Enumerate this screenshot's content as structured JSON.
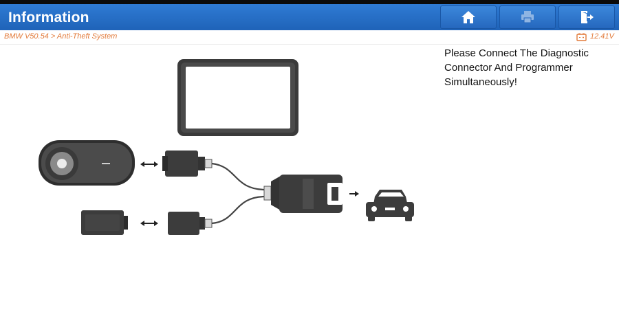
{
  "header": {
    "title": "Information",
    "buttons": [
      {
        "name": "home",
        "icon": "home-icon"
      },
      {
        "name": "print",
        "icon": "printer-icon",
        "disabled": true
      },
      {
        "name": "exit",
        "icon": "exit-icon"
      }
    ]
  },
  "breadcrumb": {
    "path": "BMW V50.54 > Anti-Theft System",
    "voltage": "12.41V"
  },
  "main": {
    "message": "Please Connect The Diagnostic Connector And Programmer Simultaneously!"
  },
  "colors": {
    "header_blue": "#1f63b8",
    "breadcrumb_orange": "#e27a3a",
    "device_dark": "#3a3a3a"
  }
}
